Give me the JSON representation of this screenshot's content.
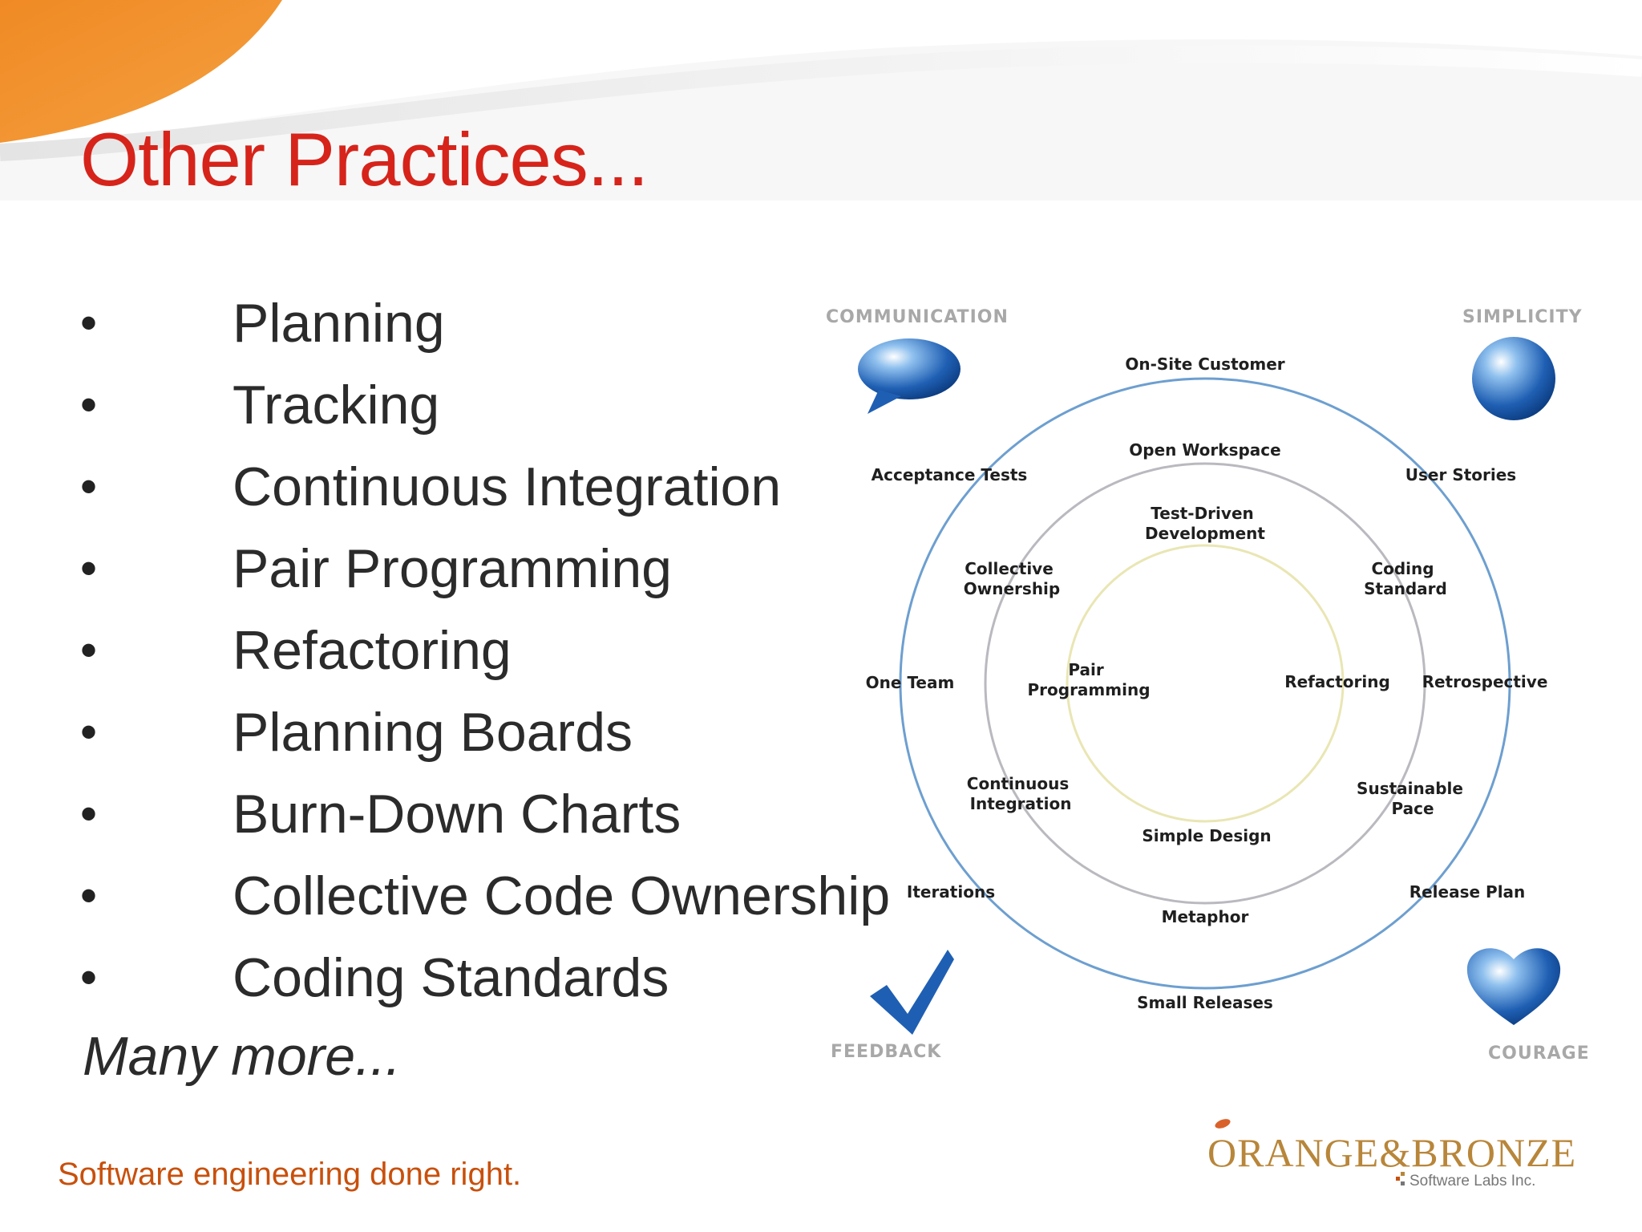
{
  "slide": {
    "title": "Other Practices...",
    "bullets": [
      "Planning",
      "Tracking",
      "Continuous Integration",
      "Pair Programming",
      "Refactoring",
      "Planning Boards",
      "Burn-Down Charts",
      "Collective Code Ownership",
      "Coding Standards"
    ],
    "bullet_symbol": "•",
    "more": "Many more...",
    "tagline": "Software engineering done right."
  },
  "diagram": {
    "values": {
      "communication": "COMMUNICATION",
      "simplicity": "SIMPLICITY",
      "feedback": "FEEDBACK",
      "courage": "COURAGE"
    },
    "outer_ring": {
      "on_site_customer": "On-Site Customer",
      "acceptance_tests": "Acceptance Tests",
      "user_stories": "User Stories",
      "one_team": "One Team",
      "retrospective": "Retrospective",
      "iterations": "Iterations",
      "release_plan": "Release Plan",
      "small_releases": "Small Releases"
    },
    "middle_ring": {
      "open_workspace": "Open Workspace",
      "collective_ownership": [
        "Collective",
        "Ownership"
      ],
      "coding_standard": [
        "Coding",
        "Standard"
      ],
      "continuous_integration": [
        "Continuous",
        "Integration"
      ],
      "sustainable_pace": [
        "Sustainable",
        "Pace"
      ],
      "metaphor": "Metaphor"
    },
    "inner_ring": {
      "test_driven_development": [
        "Test-Driven",
        "Development"
      ],
      "pair_programming": [
        "Pair",
        "Programming"
      ],
      "refactoring": "Refactoring",
      "simple_design": "Simple Design"
    },
    "colors": {
      "outer_ring": "#6d9fd0",
      "middle_ring": "#b9b9bf",
      "inner_ring": "#e9e6b4",
      "icon_blue": "#1f5fb3"
    },
    "icons": [
      "speech-bubble-icon",
      "sphere-icon",
      "checkmark-icon",
      "heart-icon"
    ]
  },
  "logo": {
    "name": "ORANGE&BRONZE",
    "sub": "Software Labs Inc."
  }
}
